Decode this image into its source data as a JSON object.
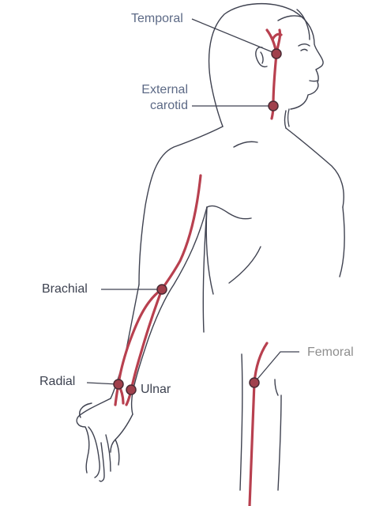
{
  "labels": {
    "temporal": "Temporal",
    "external_carotid_line1": "External",
    "external_carotid_line2": "carotid",
    "brachial": "Brachial",
    "radial": "Radial",
    "ulnar": "Ulnar",
    "femoral": "Femoral"
  },
  "colors": {
    "artery": "#b8404f",
    "pulse_point": "#a0404c",
    "outline": "#3f4250"
  }
}
